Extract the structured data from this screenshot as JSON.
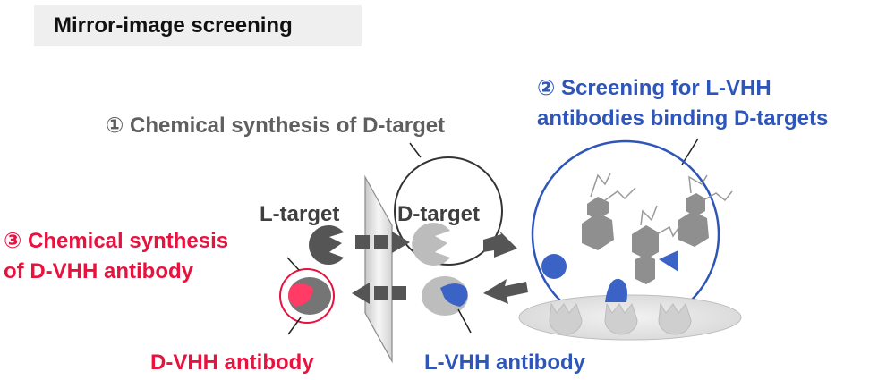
{
  "title": "Mirror-image screening",
  "steps": {
    "step1": "① Chemical synthesis of D-target",
    "step2_line1": "② Screening for L-VHH",
    "step2_line2": "antibodies  binding D-targets",
    "step3_line1": "③ Chemical synthesis",
    "step3_line2": "of D-VHH antibody"
  },
  "labels": {
    "l_target": "L-target",
    "d_target": "D-target",
    "d_vhh": "D-VHH antibody",
    "l_vhh": "L-VHH antibody"
  },
  "colors": {
    "step1": "#5f5f5f",
    "step2": "#2e55b8",
    "step3": "#e8123f",
    "gray_molecule": "#9a9a9a",
    "blue_molecule": "#3b63c6",
    "red_molecule": "#ff3b66"
  }
}
